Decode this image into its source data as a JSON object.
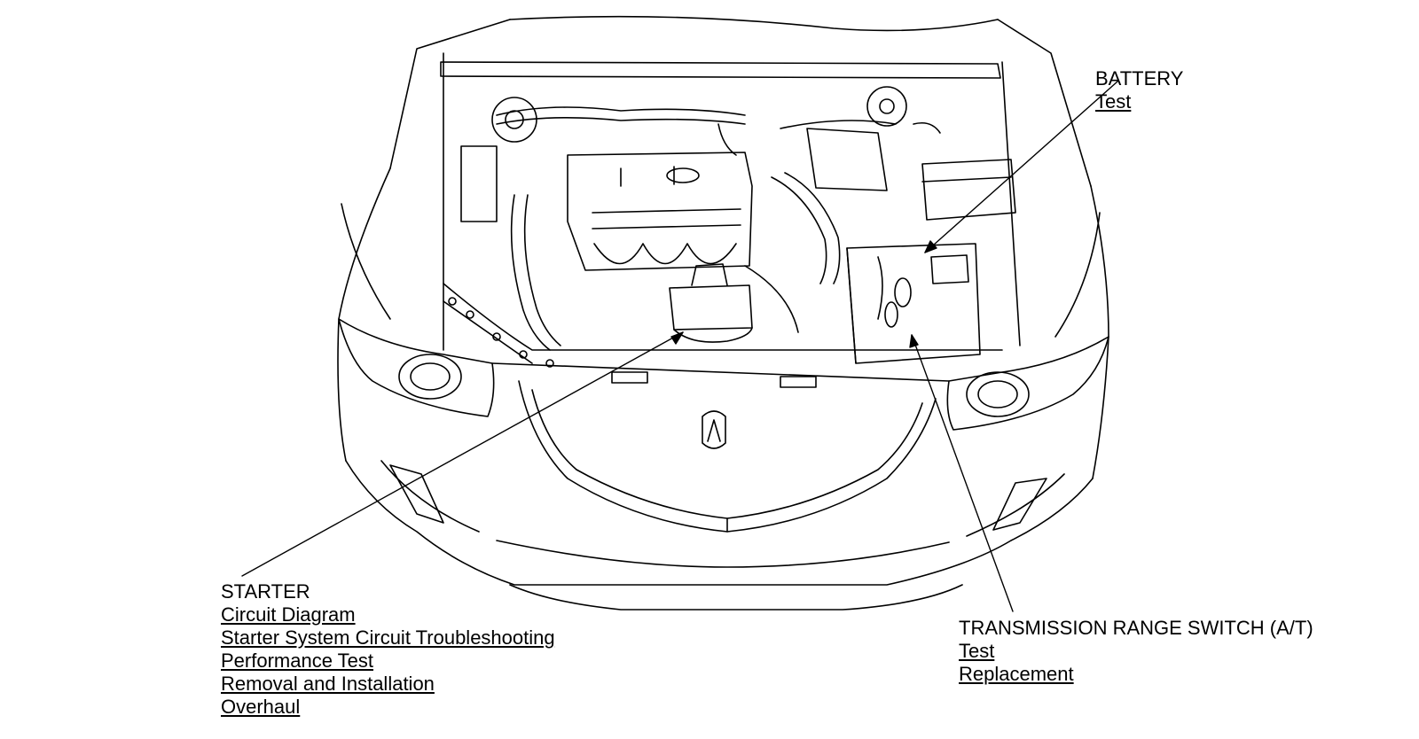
{
  "colors": {
    "ink": "#000000",
    "background": "#ffffff"
  },
  "callouts": {
    "battery": {
      "title": "BATTERY",
      "links": [
        "Test"
      ]
    },
    "starter": {
      "title": "STARTER",
      "links": [
        "Circuit Diagram",
        "Starter System Circuit Troubleshooting",
        "Performance Test",
        "Removal and Installation",
        "Overhaul"
      ]
    },
    "trs": {
      "title": "TRANSMISSION RANGE SWITCH (A/T)",
      "links": [
        "Test",
        "Replacement"
      ]
    }
  }
}
